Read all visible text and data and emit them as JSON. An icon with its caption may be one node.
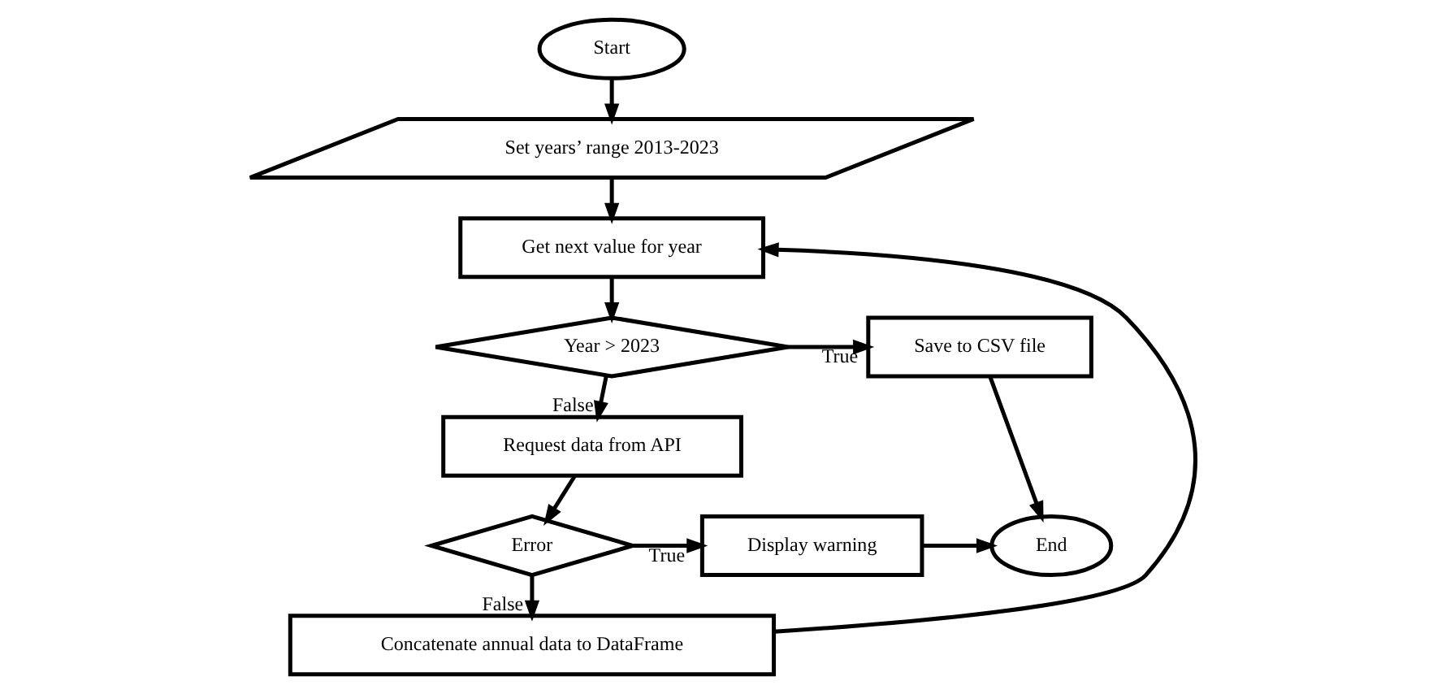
{
  "diagram": {
    "nodes": [
      {
        "text": [
          "Start"
        ]
      },
      {
        "text": [
          "Set years’ range 2013-2023"
        ]
      },
      {
        "text": [
          "Get next value for year"
        ]
      },
      {
        "text": [
          "Year > 2023"
        ]
      },
      {
        "text": [
          "Save to CSV file"
        ]
      },
      {
        "text": [
          "Request data from API"
        ]
      },
      {
        "text": [
          "Error"
        ]
      },
      {
        "text": [
          "Display warning"
        ]
      },
      {
        "text": [
          "End"
        ]
      },
      {
        "text": [
          "Concatenate annual data to DataFrame"
        ]
      }
    ],
    "edges": [
      {
        "from": 0,
        "to": 1,
        "arrow": "to"
      },
      {
        "from": 1,
        "to": 2,
        "arrow": "to"
      },
      {
        "from": 2,
        "to": 3,
        "arrow": "to"
      },
      {
        "from": 3,
        "to": 4,
        "arrow": "to",
        "label": "True"
      },
      {
        "from": 3,
        "to": 5,
        "arrow": "to",
        "label": "False"
      },
      {
        "from": 5,
        "to": 6,
        "arrow": "to"
      },
      {
        "from": 6,
        "to": 7,
        "arrow": "to",
        "label": "True"
      },
      {
        "from": 7,
        "to": 8,
        "arrow": "to"
      },
      {
        "from": 4,
        "to": 8,
        "arrow": "to"
      },
      {
        "from": 6,
        "to": 9,
        "arrow": "to",
        "label": "False"
      },
      {
        "from": 9,
        "to": 2,
        "arrow": "to"
      }
    ]
  }
}
